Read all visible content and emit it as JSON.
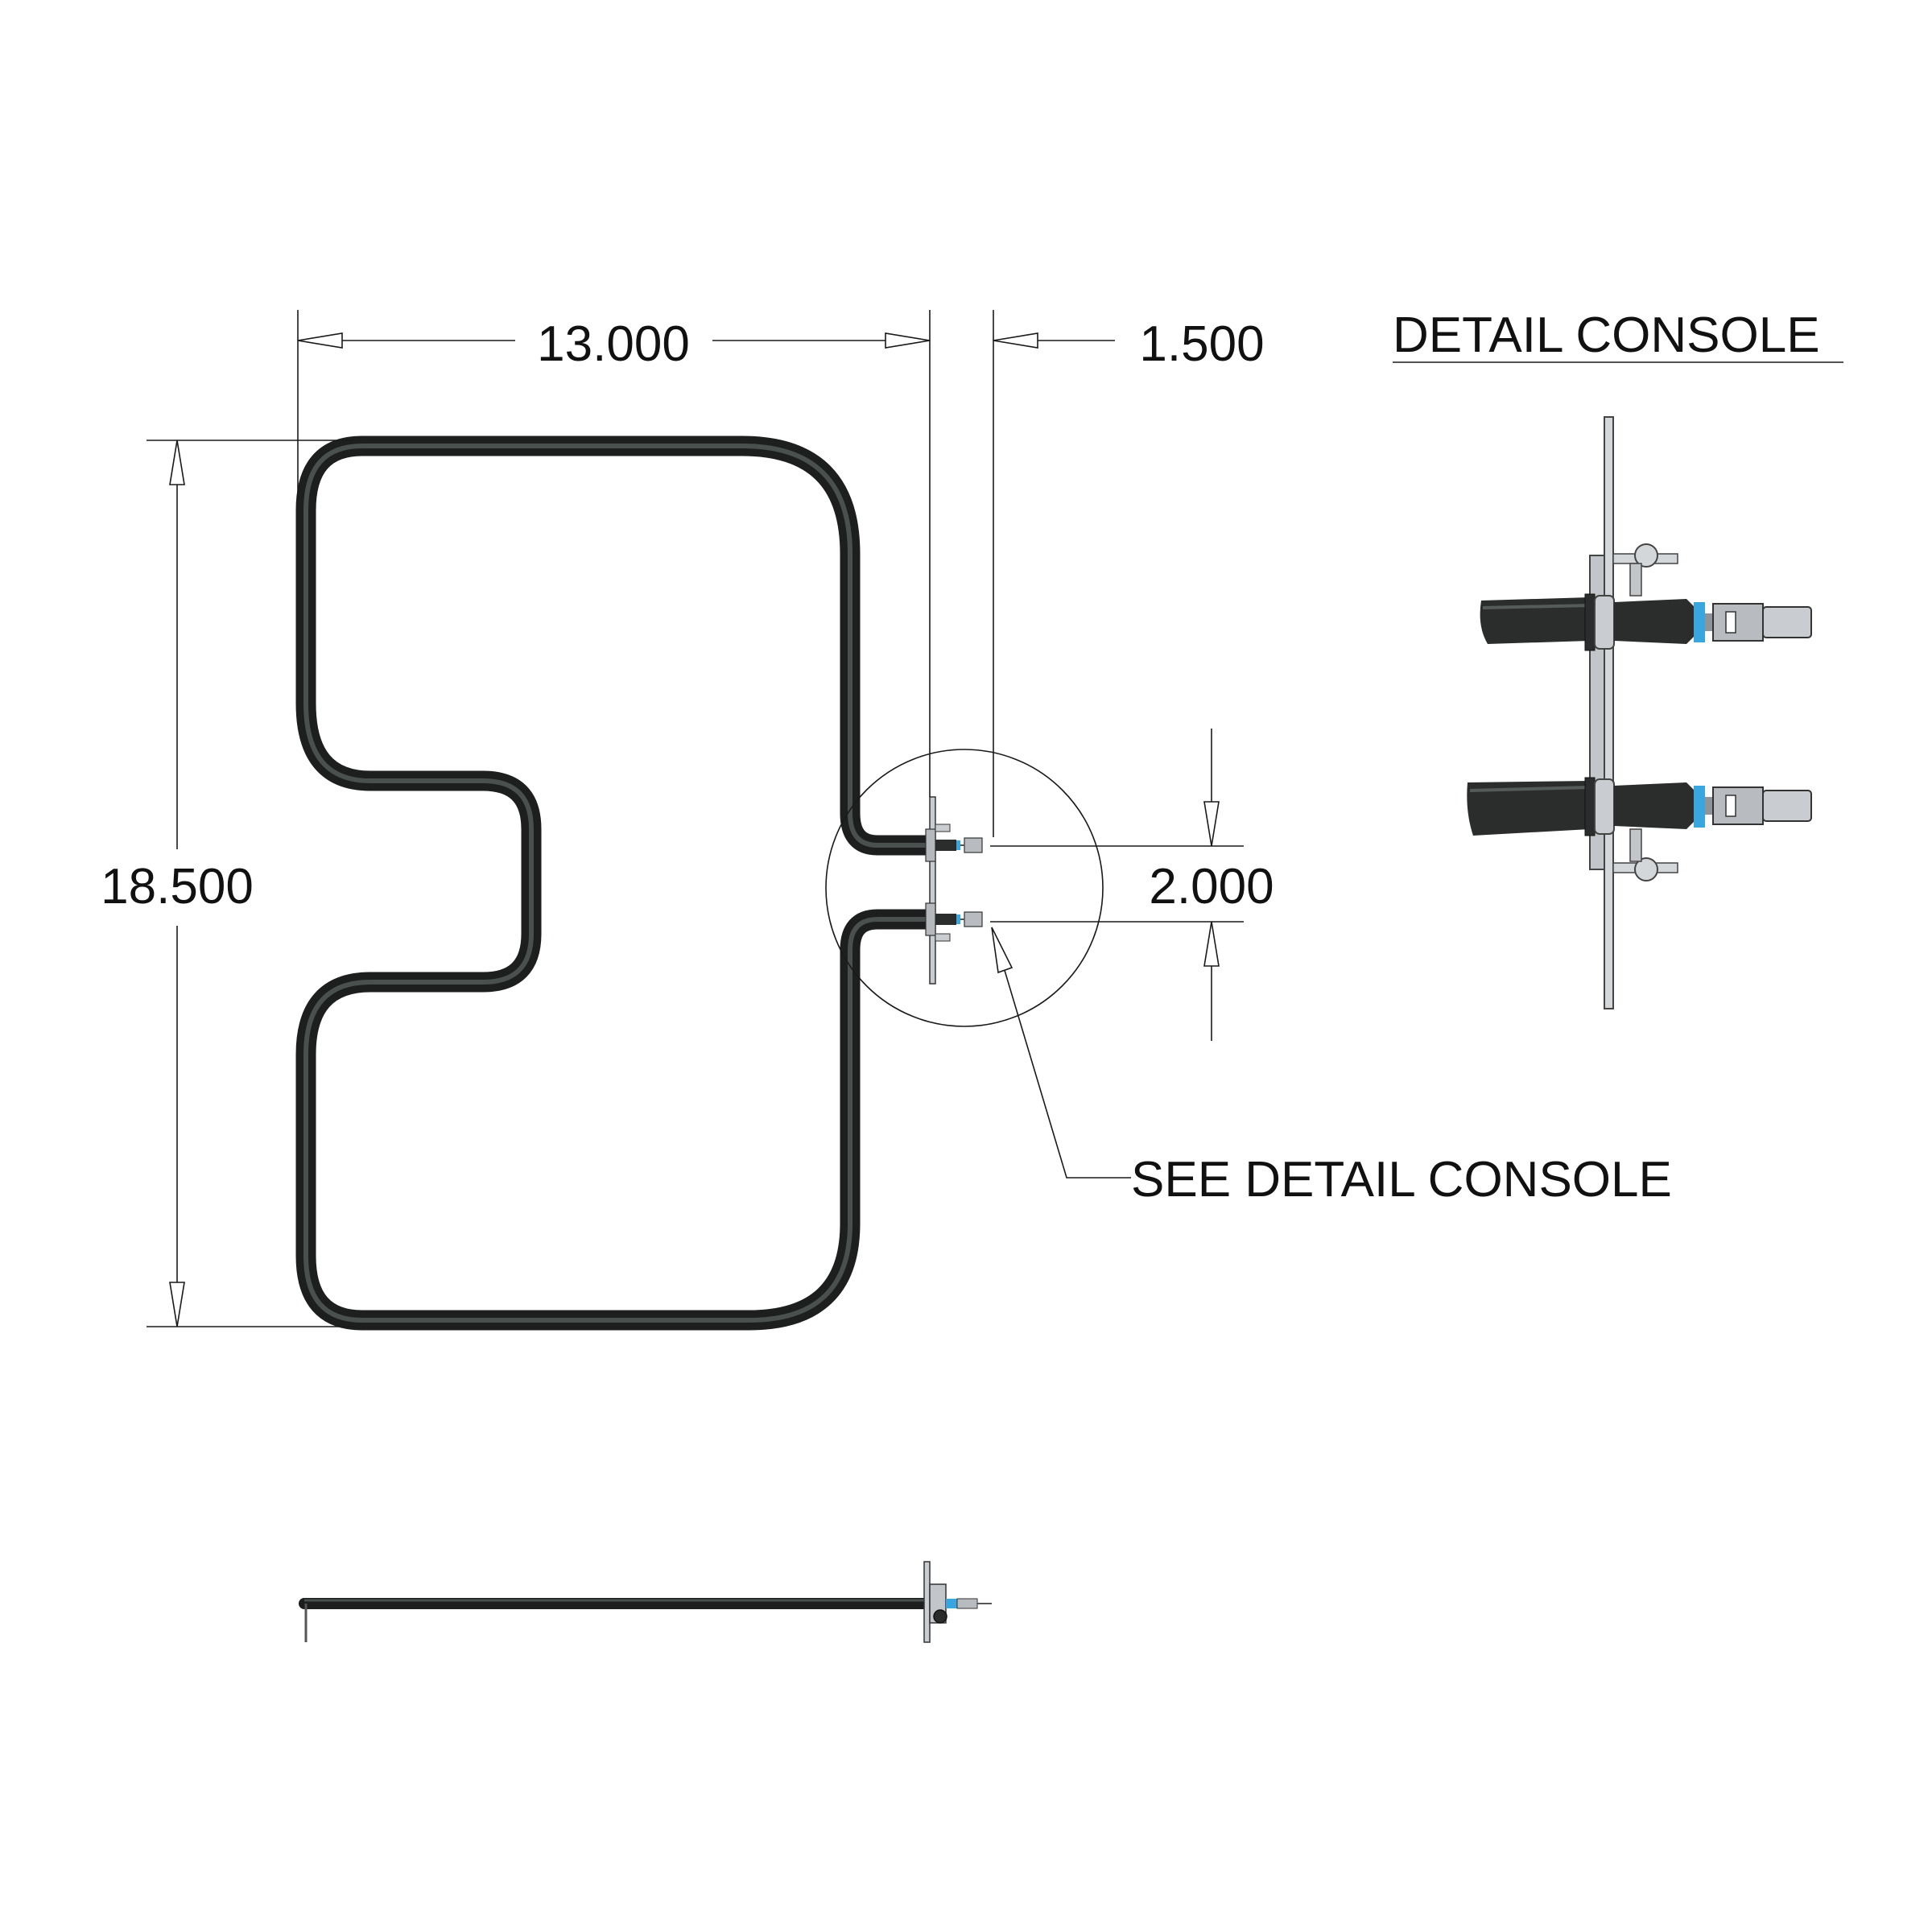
{
  "dimensions": {
    "width": "13.000",
    "terminal_offset": "1.500",
    "height": "18.500",
    "terminal_spacing": "2.000"
  },
  "labels": {
    "detail_title": "DETAIL CONSOLE",
    "callout": "SEE DETAIL CONSOLE"
  },
  "colors": {
    "element": "#2a2d2c",
    "element_highlight": "#3c4140",
    "bracket": "#c9ccd0",
    "insulator": "#3aa6de",
    "terminal": "#b8bcc0",
    "line": "#1a1a1a"
  }
}
